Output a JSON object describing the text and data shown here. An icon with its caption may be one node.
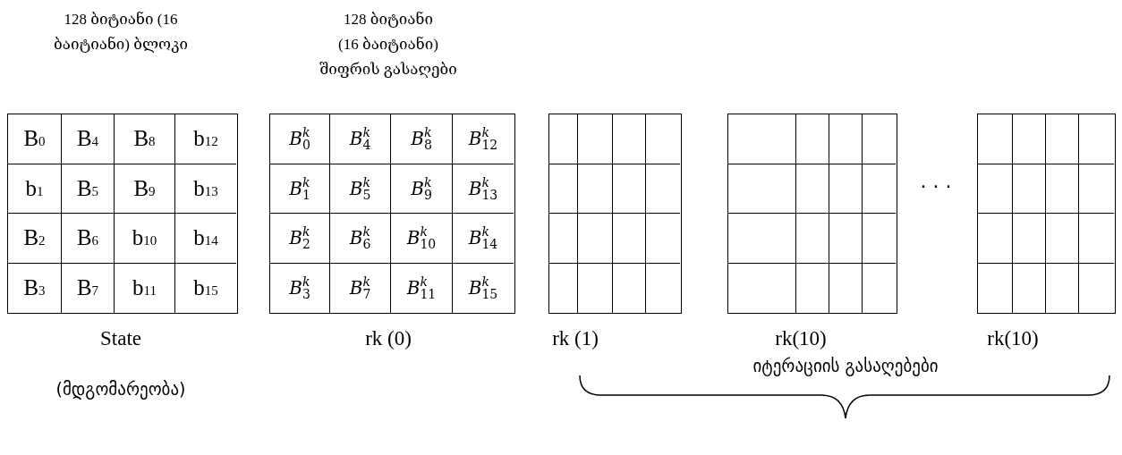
{
  "diagram": {
    "nodes": [
      {
        "text": [
          "128 ბიტიანი (16 ბაიტიანი) ბლოკი",
          "B$_{0}$",
          "B$_{4}$",
          "B$_{8}$",
          "b$_{12}$",
          "b$_{1}$",
          "B$_{5}$",
          "B$_{9}$",
          "b$_{13}$",
          "B$_{2}$",
          "B$_{6}$",
          "b$_{10}$",
          "b$_{14}$",
          "B$_{3}$",
          "B$_{7}$",
          "b$_{11}$",
          "b$_{15}$"
        ],
        "beside": [
          "State",
          "(მდგომარეობა)"
        ]
      },
      {
        "text": [
          "128 ბიტიანი (16 ბაიტიანი) შიფრის გასაღები",
          "*B*$^{k}$$_{0}$",
          "*B*$^{k}$$_{4}$",
          "*B*$^{k}$$_{8}$",
          "*B*$^{k}$$_{12}$",
          "*B*$^{k}$$_{1}$",
          "*B*$^{k}$$_{5}$",
          "*B*$^{k}$$_{9}$",
          "*B*$^{k}$$_{13}$",
          "*B*$^{k}$$_{2}$",
          "*B*$^{k}$$_{6}$",
          "*B*$^{k}$$_{10}$",
          "*B*$^{k}$$_{14}$",
          "*B*$^{k}$$_{3}$",
          "*B*$^{k}$$_{7}$",
          "*B*$^{k}$$_{11}$",
          "*B*$^{k}$$_{15}$"
        ],
        "beside": [
          "rk (0)"
        ]
      },
      {
        "text": [],
        "shape": "box",
        "beside": [
          "rk (1)"
        ]
      },
      {
        "text": [],
        "shape": "box",
        "beside": [
          "rk(10)"
        ]
      },
      {
        "text": [],
        "shape": "box",
        "beside": [
          "rk(10)"
        ]
      }
    ],
    "labels": [
      "· · ·",
      "იტერაციის გასაღებები"
    ]
  }
}
